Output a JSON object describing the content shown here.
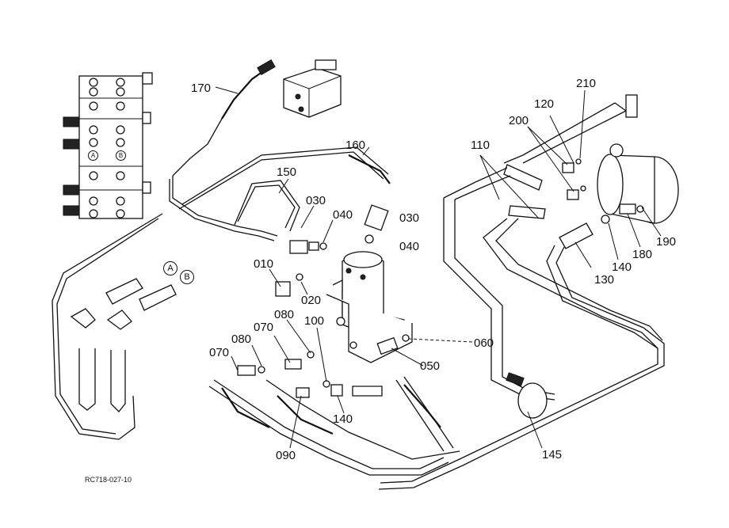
{
  "labels": {
    "p170": "170",
    "p210": "210",
    "p120": "120",
    "p200": "200",
    "p160": "160",
    "p110": "110",
    "p150": "150",
    "p030a": "030",
    "p040a": "040",
    "p030b": "030",
    "p040b": "040",
    "p010": "010",
    "p020": "020",
    "p080a": "080",
    "p070a": "070",
    "p100": "100",
    "p060": "060",
    "p080b": "080",
    "p070b": "070",
    "p050": "050",
    "p140a": "140",
    "p090": "090",
    "p145": "145",
    "p130": "130",
    "p140b": "140",
    "p180": "180",
    "p190": "190"
  },
  "port_markers": {
    "a_big": "A",
    "b_big": "B",
    "a_small": "A",
    "b_small": "B"
  },
  "reference_code": "RC718-027-10"
}
